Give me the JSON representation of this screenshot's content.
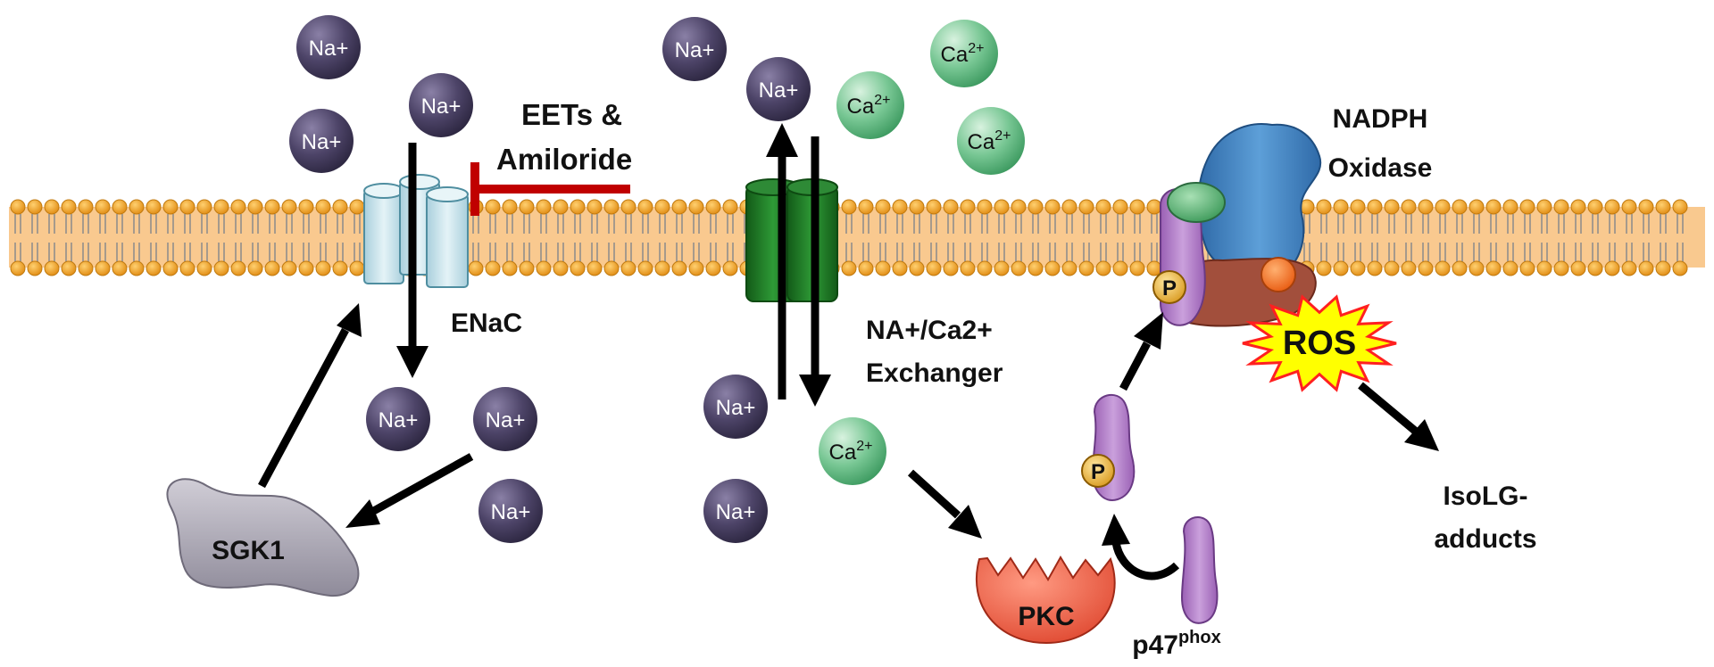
{
  "labels": {
    "eets_line1": "EETs &",
    "eets_line2": "Amiloride",
    "enac": "ENaC",
    "exchanger_line1": "NA+/Ca2+",
    "exchanger_line2": "Exchanger",
    "nadph_line1": "NADPH",
    "nadph_line2": "Oxidase",
    "ros": "ROS",
    "isolg_line1": "IsoLG-",
    "isolg_line2": "adducts",
    "sgk1": "SGK1",
    "pkc": "PKC",
    "p47_base": "p47",
    "p47_sup": "phox",
    "phospho": "P"
  },
  "ions": {
    "na": "Na+",
    "ca_base": "Ca",
    "ca_sup": "2+"
  },
  "colors": {
    "membrane_fill": "#f9c98f",
    "lipid_head": "#f0a020",
    "na_ion": "#4a4060",
    "ca_ion": "#6cc08a",
    "enac": "#cde6ee",
    "exchanger": "#1f7a28",
    "nadph_blue": "#3a7fc0",
    "nadph_brown": "#a24f3c",
    "p47_purple": "#b07ac8",
    "pkc": "#f0604a",
    "sgk1": "#b0adb8",
    "ros_burst": "#ffff00",
    "ros_border": "#ff2020",
    "inhibitor": "#c00000"
  }
}
